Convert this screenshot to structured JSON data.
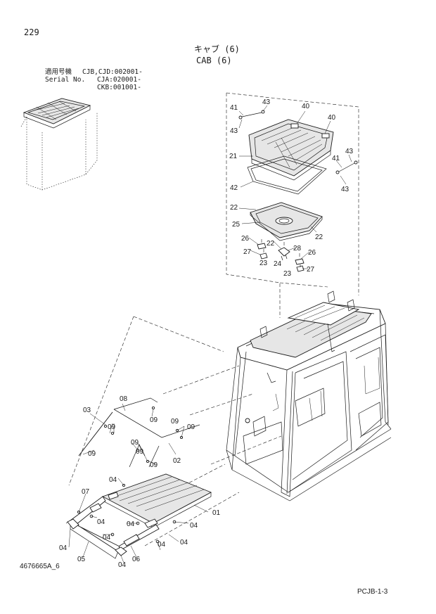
{
  "header": {
    "page_number": "229",
    "title_jp": "キャブ (6)",
    "title_en": "CAB (6)"
  },
  "serial_block": {
    "label_jp": "適用号機",
    "label_en": "Serial No.",
    "line1": "CJB,CJD:002001-",
    "line2": "CJA:020001-",
    "line3": "CKB:001001-"
  },
  "footer": {
    "drawing_id": "4676665A_6",
    "page_code": "PCJB-1-3"
  },
  "callouts": {
    "c01": "01",
    "c02": "02",
    "c03": "03",
    "c04": "04",
    "c05": "05",
    "c06": "06",
    "c07": "07",
    "c08": "08",
    "c09": "09",
    "c21": "21",
    "c22": "22",
    "c23": "23",
    "c24": "24",
    "c25": "25",
    "c26": "26",
    "c27": "27",
    "c28": "28",
    "c40": "40",
    "c41": "41",
    "c42": "42",
    "c43": "43"
  }
}
